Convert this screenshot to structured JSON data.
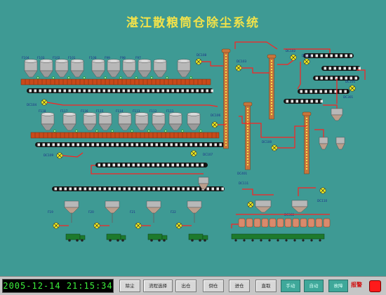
{
  "title": "湛江散粮筒仓除尘系统",
  "clock": "2005-12-14 21:15:34",
  "buttons": [
    "除尘",
    "流程选择",
    "出仓",
    "倒仓",
    "进仓",
    "直取"
  ],
  "modes": [
    "手动",
    "自动",
    "故障"
  ],
  "alarm_label": "报警",
  "equipment_labels": {
    "silos_upper": [
      "F104",
      "F103",
      "F102",
      "F101",
      "F100",
      "F99",
      "F98",
      "F97"
    ],
    "silos_lower": [
      "F118",
      "F117",
      "F116",
      "F115",
      "F114",
      "F113",
      "F112",
      "F111"
    ],
    "fans": [
      "DC104",
      "DC109",
      "DC107",
      "DC108",
      "DC103",
      "DC106",
      "DC102",
      "DC105",
      "DC101",
      "DC100",
      "DC111",
      "DC110",
      "DC112",
      "DC113"
    ],
    "hoppers": [
      "F19",
      "F20",
      "F21",
      "F22"
    ],
    "misc": [
      "DC301",
      "DC302",
      "DC401"
    ]
  },
  "colors": {
    "background": "#3e9a94",
    "title": "#f2e24a",
    "pipe": "#ff2020",
    "conveyor": "#151515",
    "silo": "#b8b8b8",
    "elevator": "#c8763c",
    "fan": "#f0f020",
    "brick": "#c84a1a",
    "truck": "#1d7a2c",
    "clock": "#3cf03c",
    "alarm_lamp": "#ff1a1a"
  }
}
